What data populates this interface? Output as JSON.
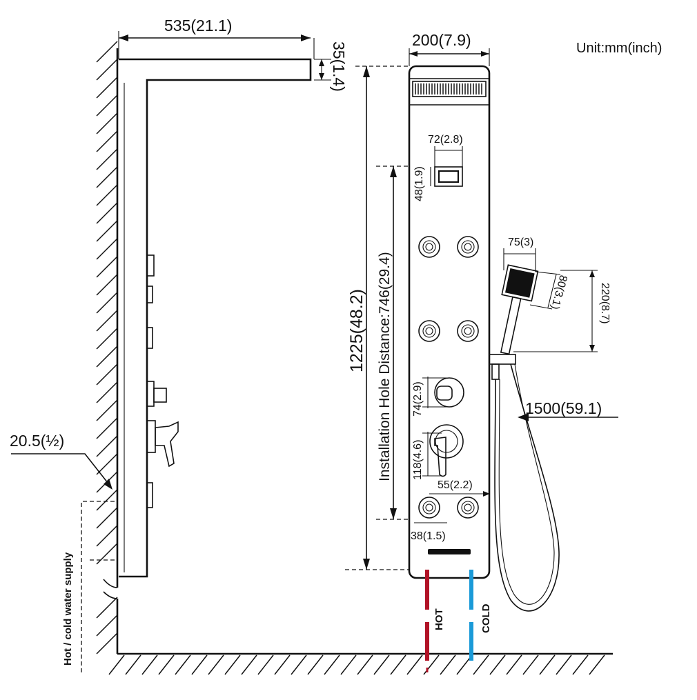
{
  "unit_label": "Unit:mm(inch)",
  "side_view": {
    "arm_length": "535(21.1)",
    "arm_height": "35(1.4)",
    "pipe_size": "20.5(½)",
    "supply_label": "Hot / cold water supply"
  },
  "front_view": {
    "panel_width": "200(7.9)",
    "total_height": "1225(48.2)",
    "hole_distance": "Installation Hole Distance:746(29.4)",
    "display_width": "72(2.8)",
    "display_height": "48(1.9)",
    "knob_height": "74(2.9)",
    "handle_height": "118(4.6)",
    "jet_spacing": "55(2.2)",
    "jet_size": "38(1.5)",
    "hand_shower_width": "75(3)",
    "hand_shower_head": "80(3.1)",
    "hand_shower_length": "220(8.7)",
    "hose_length": "1500(59.1)",
    "hot_label": "HOT",
    "cold_label": "COLD"
  },
  "colors": {
    "hot": "#b11226",
    "cold": "#1a9ad8",
    "line": "#111111"
  }
}
